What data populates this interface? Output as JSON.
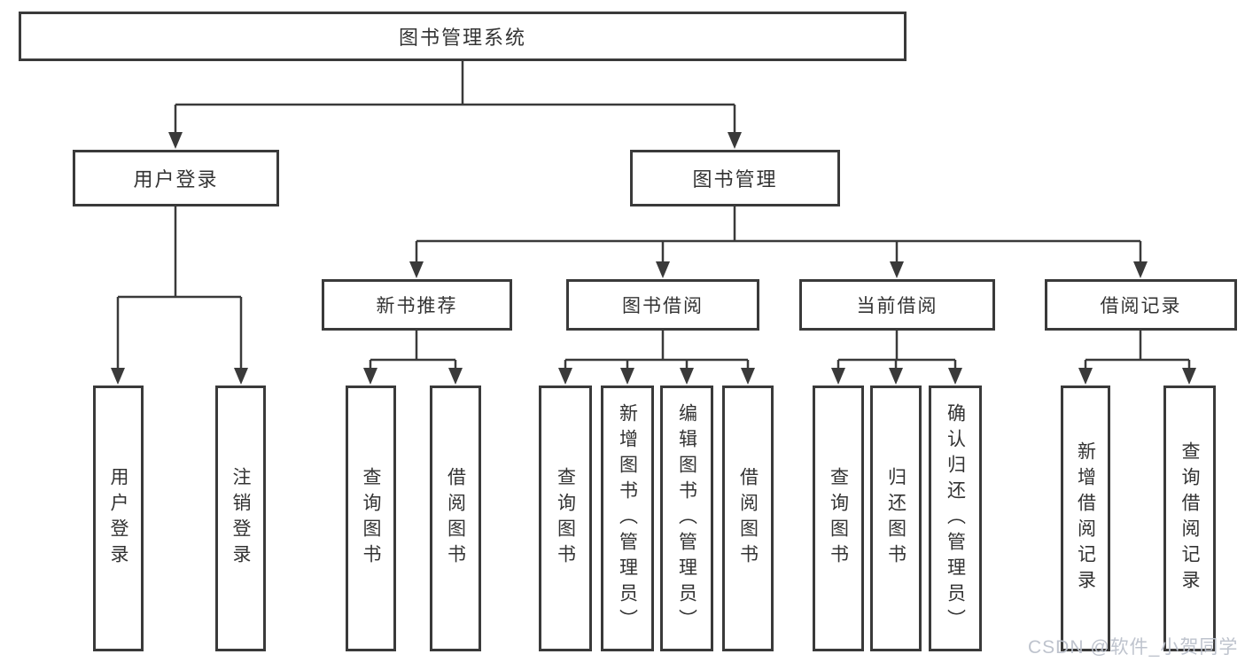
{
  "root": {
    "label": "图书管理系统"
  },
  "branches": {
    "user_login": {
      "label": "用户登录",
      "leaves": [
        "用户登录",
        "注销登录"
      ]
    },
    "book_mgmt": {
      "label": "图书管理",
      "sections": {
        "new_book_rec": {
          "label": "新书推荐",
          "leaves": [
            "查询图书",
            "借阅图书"
          ]
        },
        "book_borrow": {
          "label": "图书借阅",
          "leaves": [
            "查询图书",
            "新增图书（管理员）",
            "编辑图书（管理员）",
            "借阅图书"
          ]
        },
        "current_borrow": {
          "label": "当前借阅",
          "leaves": [
            "查询图书",
            "归还图书",
            "确认归还（管理员）"
          ]
        },
        "borrow_records": {
          "label": "借阅记录",
          "leaves": [
            "新增借阅记录",
            "查询借阅记录"
          ]
        }
      }
    }
  },
  "watermark": {
    "text": "CSDN @软件_小贺同学"
  },
  "colors": {
    "line": "#3a3a3a",
    "border": "#3a3a3a",
    "text": "#333333",
    "background": "#ffffff",
    "watermark": "#bbc0ca"
  }
}
